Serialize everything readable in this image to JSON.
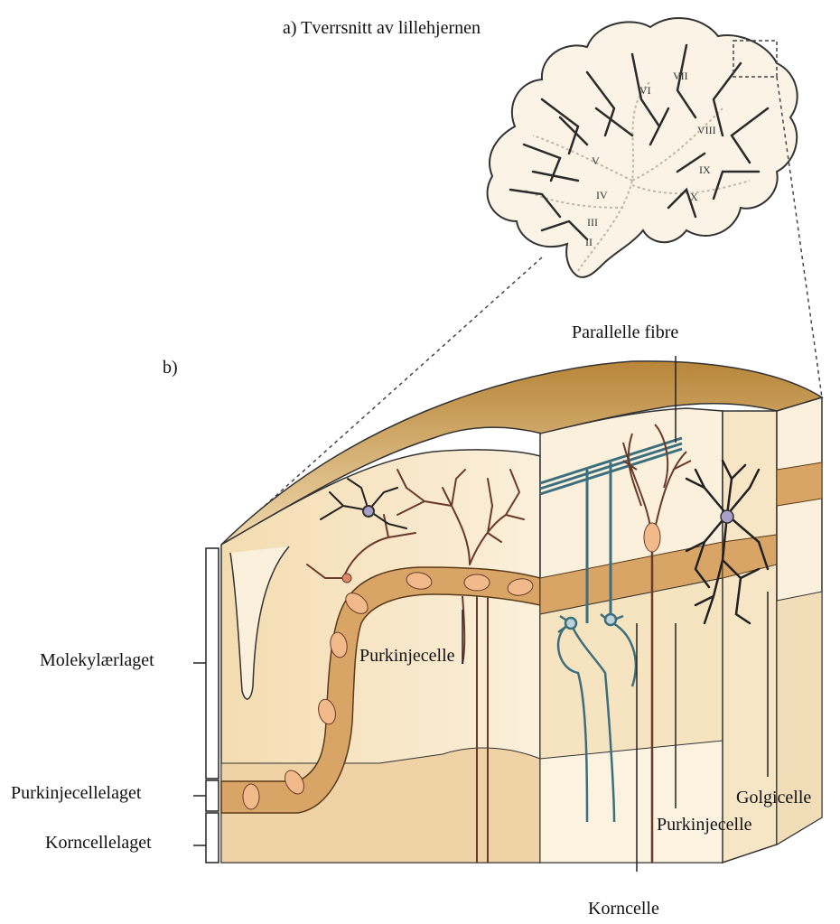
{
  "title_a": "a) Tverrsnitt av lillehjernen",
  "label_b": "b)",
  "lobule_numerals": [
    "II",
    "III",
    "IV",
    "V",
    "VI",
    "VII",
    "VIII",
    "IX",
    "X"
  ],
  "labels": {
    "parallel_fibres": "Parallelle fibre",
    "molecular_layer": "Molekylærlaget",
    "purkinje_cell_body_label": "Purkinjecelle",
    "purkinje_layer": "Purkinjecellelaget",
    "granule_layer": "Korncellelaget",
    "golgi_cell": "Golgicelle",
    "purkinje_cell_right": "Purkinjecelle",
    "granule_cell": "Korncelle"
  },
  "colors": {
    "molecular": "#f6e6c8",
    "purkinje_band": "#d8a566",
    "granule": "#efd3a6",
    "top_surface": "#c99a4e",
    "purkinje_soma": "#f2b98a",
    "fibre_blue": "#3c6f7e",
    "dendrite_brown": "#6b3a2a",
    "outline": "#222222"
  }
}
